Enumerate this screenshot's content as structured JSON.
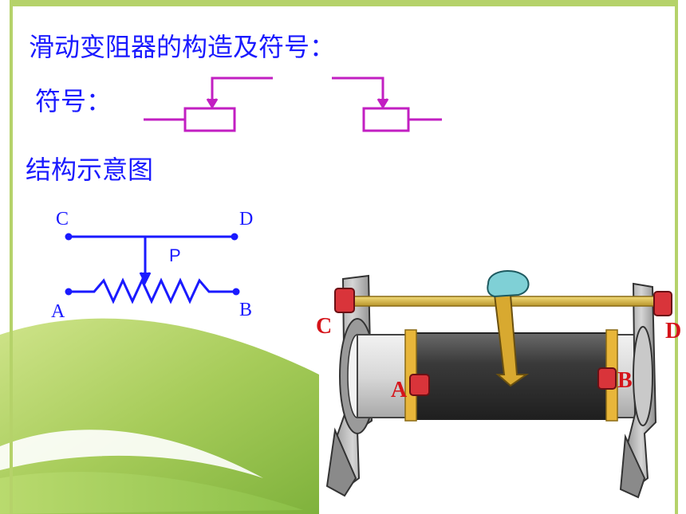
{
  "slide": {
    "title": "滑动变阻器的构造及符号：",
    "symbol_label": "符号：",
    "structure_label": "结构示意图"
  },
  "schematic": {
    "terminals": {
      "c": "C",
      "d": "D",
      "a": "A",
      "b": "B",
      "p": "P"
    }
  },
  "photo": {
    "labels": {
      "c": "C",
      "d": "D",
      "a": "A",
      "b": "B"
    }
  },
  "colors": {
    "text": "#1a1aff",
    "symbol": "#c21fc2",
    "frame": "#b5d26a",
    "photo_label": "#d5141a"
  }
}
